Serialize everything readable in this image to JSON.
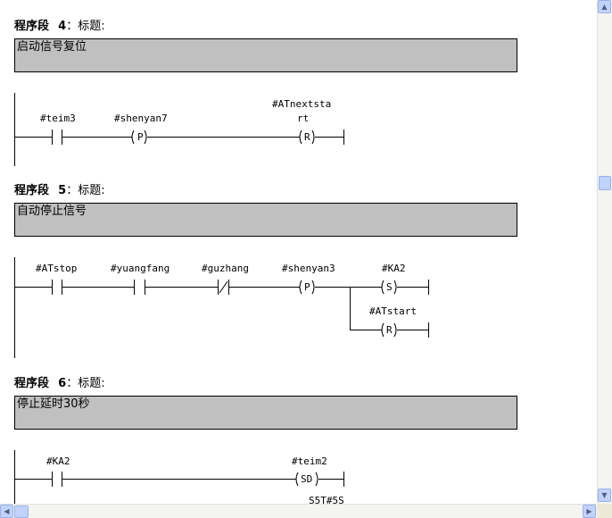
{
  "networks": [
    {
      "label": "程序段",
      "number": "4",
      "sep": "：",
      "title_label": "标题:",
      "comment": "启动信号复位",
      "elements": {
        "c1": "#teim3",
        "p1": "#shenyan7",
        "r1a": "#ATnextsta",
        "r1b": "rt",
        "p_coil": "P",
        "r_coil": "R"
      }
    },
    {
      "label": "程序段",
      "number": "5",
      "sep": "：",
      "title_label": "标题:",
      "comment": "自动停止信号",
      "elements": {
        "c1": "#ATstop",
        "c2": "#yuangfang",
        "c3": "#guzhang",
        "p1": "#shenyan3",
        "s1": "#KA2",
        "r1": "#ATstart",
        "p_coil": "P",
        "s_coil": "S",
        "r_coil": "R"
      }
    },
    {
      "label": "程序段",
      "number": "6",
      "sep": "：",
      "title_label": "标题:",
      "comment": "停止延时30秒",
      "elements": {
        "c1": "#KA2",
        "t1": "#teim2",
        "sd_coil": "SD",
        "preset": "S5T#5S"
      }
    }
  ],
  "scrollbars": {
    "up_icon": "arrow-up-icon",
    "down_icon": "arrow-down-icon",
    "left_icon": "arrow-left-icon",
    "right_icon": "arrow-right-icon",
    "vertical_position": 0.35,
    "horizontal_position": 0.0
  }
}
